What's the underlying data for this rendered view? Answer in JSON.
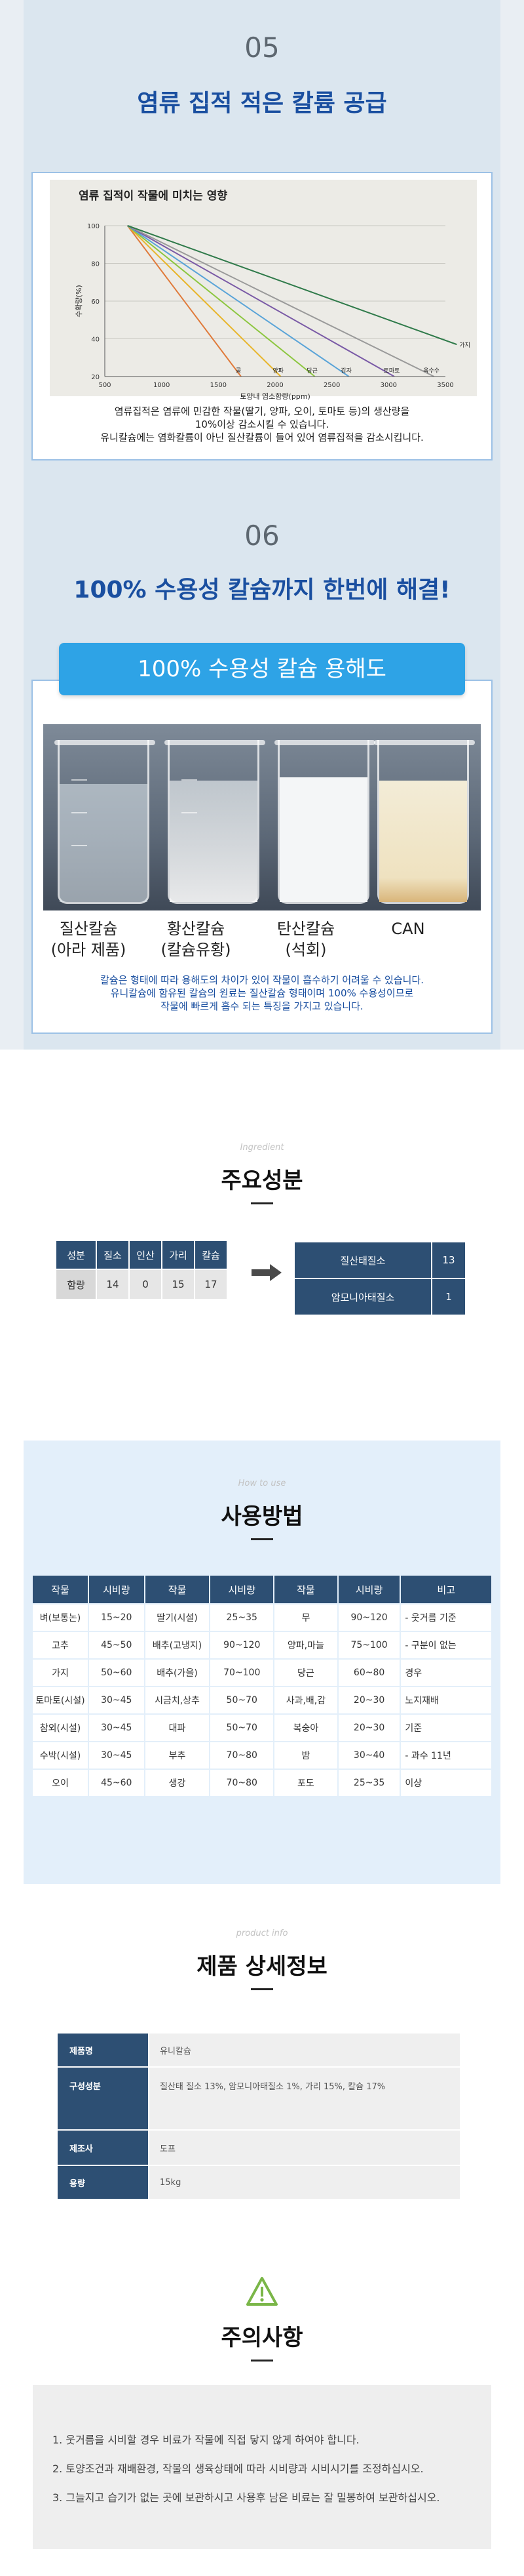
{
  "section05": {
    "number": "05",
    "title": "염류 집적 적은 칼륨 공급",
    "chart_title": "염류 집적이 작물에 미치는 영향",
    "caption_line1": "염류집적은 염류에 민감한 작물(딸기, 양파, 오이, 토마토 등)의 생산량을",
    "caption_line2": "10%이상 감소시킬 수 있습니다.",
    "caption_line3": "유니칼슘에는 염화칼륨이 아닌 질산칼륨이 들어 있어 염류집적을 감소시킵니다."
  },
  "chart_data": {
    "type": "line",
    "title": "염류 집적이 작물에 미치는 영향",
    "xlabel": "토양내 염소함량(ppm)",
    "ylabel": "수확량(%)",
    "x_ticks": [
      "500",
      "1000",
      "1500",
      "2000",
      "2500",
      "3000",
      "3500"
    ],
    "y_ticks": [
      "20",
      "40",
      "60",
      "80",
      "100"
    ],
    "xlim": [
      500,
      3500
    ],
    "ylim": [
      20,
      100
    ],
    "series": [
      {
        "name": "콩",
        "color": "#e07a3a",
        "x": [
          700,
          1700
        ],
        "y": [
          100,
          20
        ]
      },
      {
        "name": "양파",
        "color": "#e8b52a",
        "x": [
          700,
          2050
        ],
        "y": [
          100,
          20
        ]
      },
      {
        "name": "당근",
        "color": "#8cc63f",
        "x": [
          700,
          2350
        ],
        "y": [
          100,
          20
        ]
      },
      {
        "name": "감자",
        "color": "#5aa4d8",
        "x": [
          700,
          2650
        ],
        "y": [
          100,
          20
        ]
      },
      {
        "name": "토마토",
        "color": "#7a5aa6",
        "x": [
          700,
          3050
        ],
        "y": [
          100,
          20
        ]
      },
      {
        "name": "옥수수",
        "color": "#9a9a9a",
        "x": [
          700,
          3400
        ],
        "y": [
          100,
          20
        ]
      },
      {
        "name": "가지",
        "color": "#2f7a4a",
        "x": [
          700,
          3600
        ],
        "y": [
          100,
          37
        ]
      }
    ]
  },
  "section06": {
    "number": "06",
    "title": "100% 수용성 칼슘까지 한번에 해결!",
    "banner": "100% 수용성 칼슘 용해도",
    "beakers": [
      {
        "line1": "질산칼슘",
        "line2": "(아라 제품)"
      },
      {
        "line1": "황산칼슘",
        "line2": "(칼슘유황)"
      },
      {
        "line1": "탄산칼슘",
        "line2": "(석회)"
      },
      {
        "line1": "CAN",
        "line2": ""
      }
    ],
    "note_line1": "칼슘은 형태에 따라 용해도의 차이가 있어 작물이 흡수하기 어려울 수 있습니다.",
    "note_line2": "유니칼슘에 함유된 칼슘의 원료는 질산칼슘 형태이며 100% 수용성이므로",
    "note_line3": "작물에 빠르게 흡수 되는 특징을 가지고 있습니다."
  },
  "ingredients": {
    "en": "Ingredient",
    "title": "주요성분",
    "headers": [
      "성분",
      "질소",
      "인산",
      "가리",
      "칼슘"
    ],
    "row": [
      "함량",
      "14",
      "0",
      "15",
      "17"
    ],
    "nitrogen": [
      {
        "label": "질산태질소",
        "value": "13"
      },
      {
        "label": "암모니아태질소",
        "value": "1"
      }
    ]
  },
  "usage": {
    "en": "How to use",
    "title": "사용방법",
    "headers": [
      "작물",
      "시비량",
      "작물",
      "시비량",
      "작물",
      "시비량",
      "비고"
    ],
    "rows": [
      [
        "벼(보통논)",
        "15~20",
        "딸기(시설)",
        "25~35",
        "무",
        "90~120",
        "- 웃거름 기준"
      ],
      [
        "고추",
        "45~50",
        "배추(고냉지)",
        "90~120",
        "양파,마늘",
        "75~100",
        "- 구분이 없는"
      ],
      [
        "가지",
        "50~60",
        "배추(가을)",
        "70~100",
        "당근",
        "60~80",
        "경우"
      ],
      [
        "토마토(시설)",
        "30~45",
        "시금치,상추",
        "50~70",
        "사과,배,감",
        "20~30",
        "노지재배"
      ],
      [
        "참외(시설)",
        "30~45",
        "대파",
        "50~70",
        "복숭아",
        "20~30",
        "기준"
      ],
      [
        "수박(시설)",
        "30~45",
        "부추",
        "70~80",
        "밤",
        "30~40",
        "- 과수 11년"
      ],
      [
        "오이",
        "45~60",
        "생강",
        "70~80",
        "포도",
        "25~35",
        "이상"
      ]
    ]
  },
  "product": {
    "en": "product info",
    "title": "제품 상세정보",
    "rows": [
      {
        "label": "제품명",
        "value": "유니칼슘"
      },
      {
        "label": "구성성분",
        "value": "질산태 질소 13%, 암모니아태질소 1%, 가리 15%, 칼슘 17%"
      },
      {
        "label": "제조사",
        "value": "도프"
      },
      {
        "label": "용량",
        "value": "15kg"
      }
    ]
  },
  "caution": {
    "title": "주의사항",
    "items": [
      "1. 웃거름을 시비할 경우 비료가 작물에 직접 닿지 않게 하여야 합니다.",
      "2. 토양조건과 재배환경, 작물의 생육상태에 따라 시비량과 시비시기를 조정하십시오.",
      "3. 그늘지고 습기가 없는 곳에 보관하시고 사용후 남은 비료는 잘 밀봉하여 보관하십시오."
    ]
  },
  "colors": {
    "accent_blue": "#1a4fa0",
    "table_header": "#2d4f73",
    "banner": "#2ea3e6",
    "warning": "#7ab648"
  }
}
